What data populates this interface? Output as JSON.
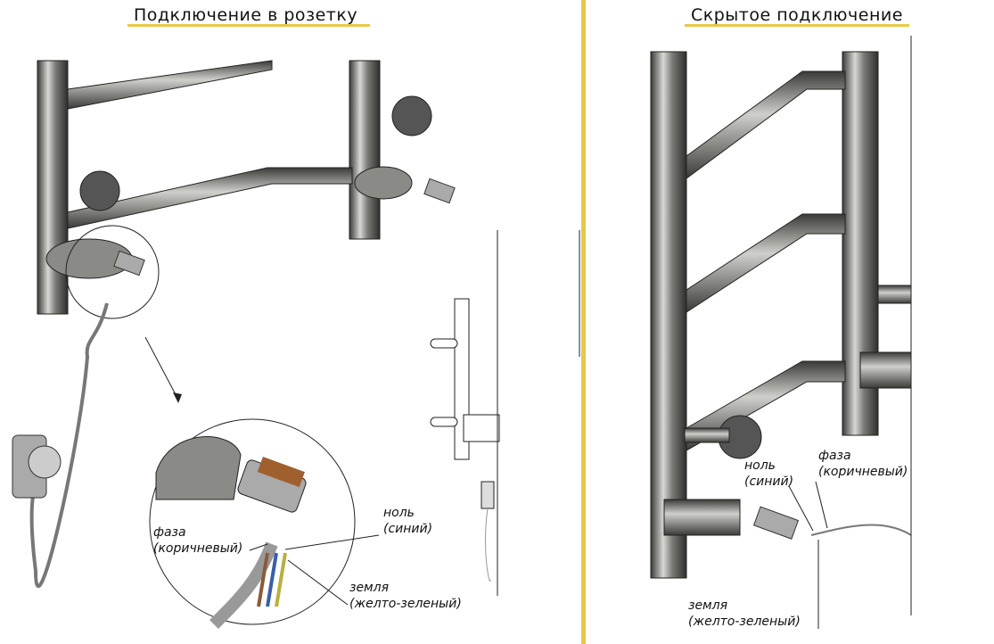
{
  "left_panel": {
    "title": "Подключение в розетку",
    "labels": {
      "phase": "фаза",
      "phase_color": "(коричневый)",
      "neutral": "ноль",
      "neutral_color": "(синий)",
      "ground": "земля",
      "ground_color": "(желто-зеленый)"
    }
  },
  "right_panel": {
    "title": "Скрытое подключение",
    "labels": {
      "phase": "фаза",
      "phase_color": "(коричневый)",
      "neutral": "ноль",
      "neutral_color": "(синий)",
      "ground": "земля",
      "ground_color": "(желто-зеленый)"
    }
  },
  "colors": {
    "accent": "#e8c84a",
    "pipe": "#6e6e6a",
    "wire_brown": "#8a5a3a",
    "wire_blue": "#3a5fa8",
    "wire_yg": "#b8b040"
  }
}
